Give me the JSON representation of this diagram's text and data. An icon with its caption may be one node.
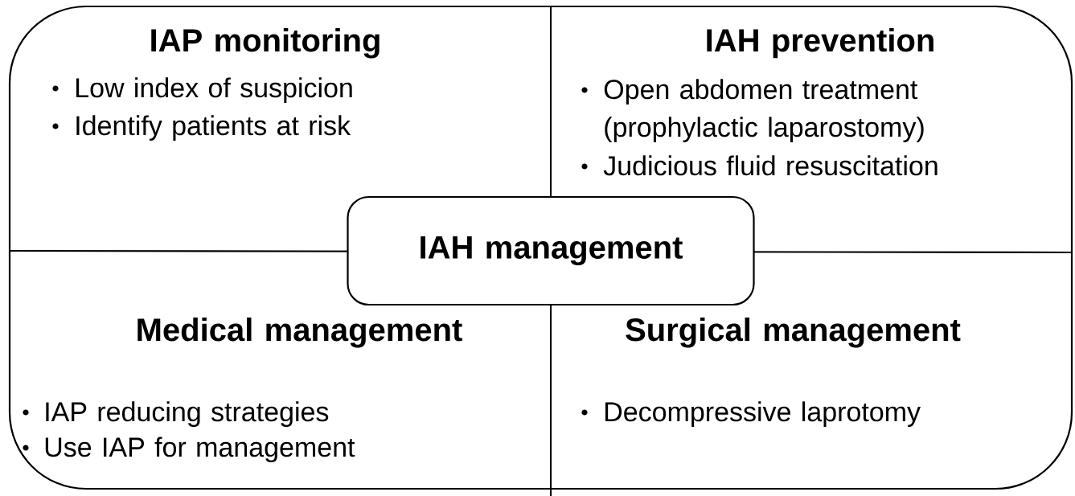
{
  "diagram": {
    "nodes": [
      {
        "text": [
          "IAP monitoring",
          "Low index of suspicion",
          "Identify patients at risk"
        ]
      },
      {
        "text": [
          "IAH prevention",
          "Open abdomen treatment (prophylactic laparostomy)",
          "Judicious fluid resuscitation"
        ]
      },
      {
        "text": [
          "IAH management"
        ]
      },
      {
        "text": [
          "Medical management",
          "IAP reducing strategies",
          "Use IAP for management"
        ]
      },
      {
        "text": [
          "Surgical management",
          "Decompressive laprotomy"
        ]
      }
    ]
  }
}
